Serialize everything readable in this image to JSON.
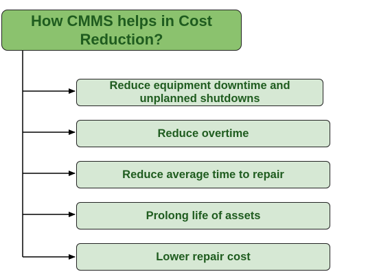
{
  "title": {
    "line1": "How CMMS helps in Cost",
    "line2": "Reduction?"
  },
  "items": [
    {
      "line1": "Reduce equipment downtime and",
      "line2": "unplanned shutdowns"
    },
    {
      "line1": "Reduce overtime",
      "line2": ""
    },
    {
      "line1": "Reduce average time to repair",
      "line2": ""
    },
    {
      "line1": "Prolong life of assets",
      "line2": ""
    },
    {
      "line1": "Lower repair cost",
      "line2": ""
    }
  ],
  "colors": {
    "title_fill": "#8bc26e",
    "item_fill": "#d6e8d4",
    "text": "#1f5c1f",
    "stroke": "#222222",
    "connector": "#000000"
  }
}
